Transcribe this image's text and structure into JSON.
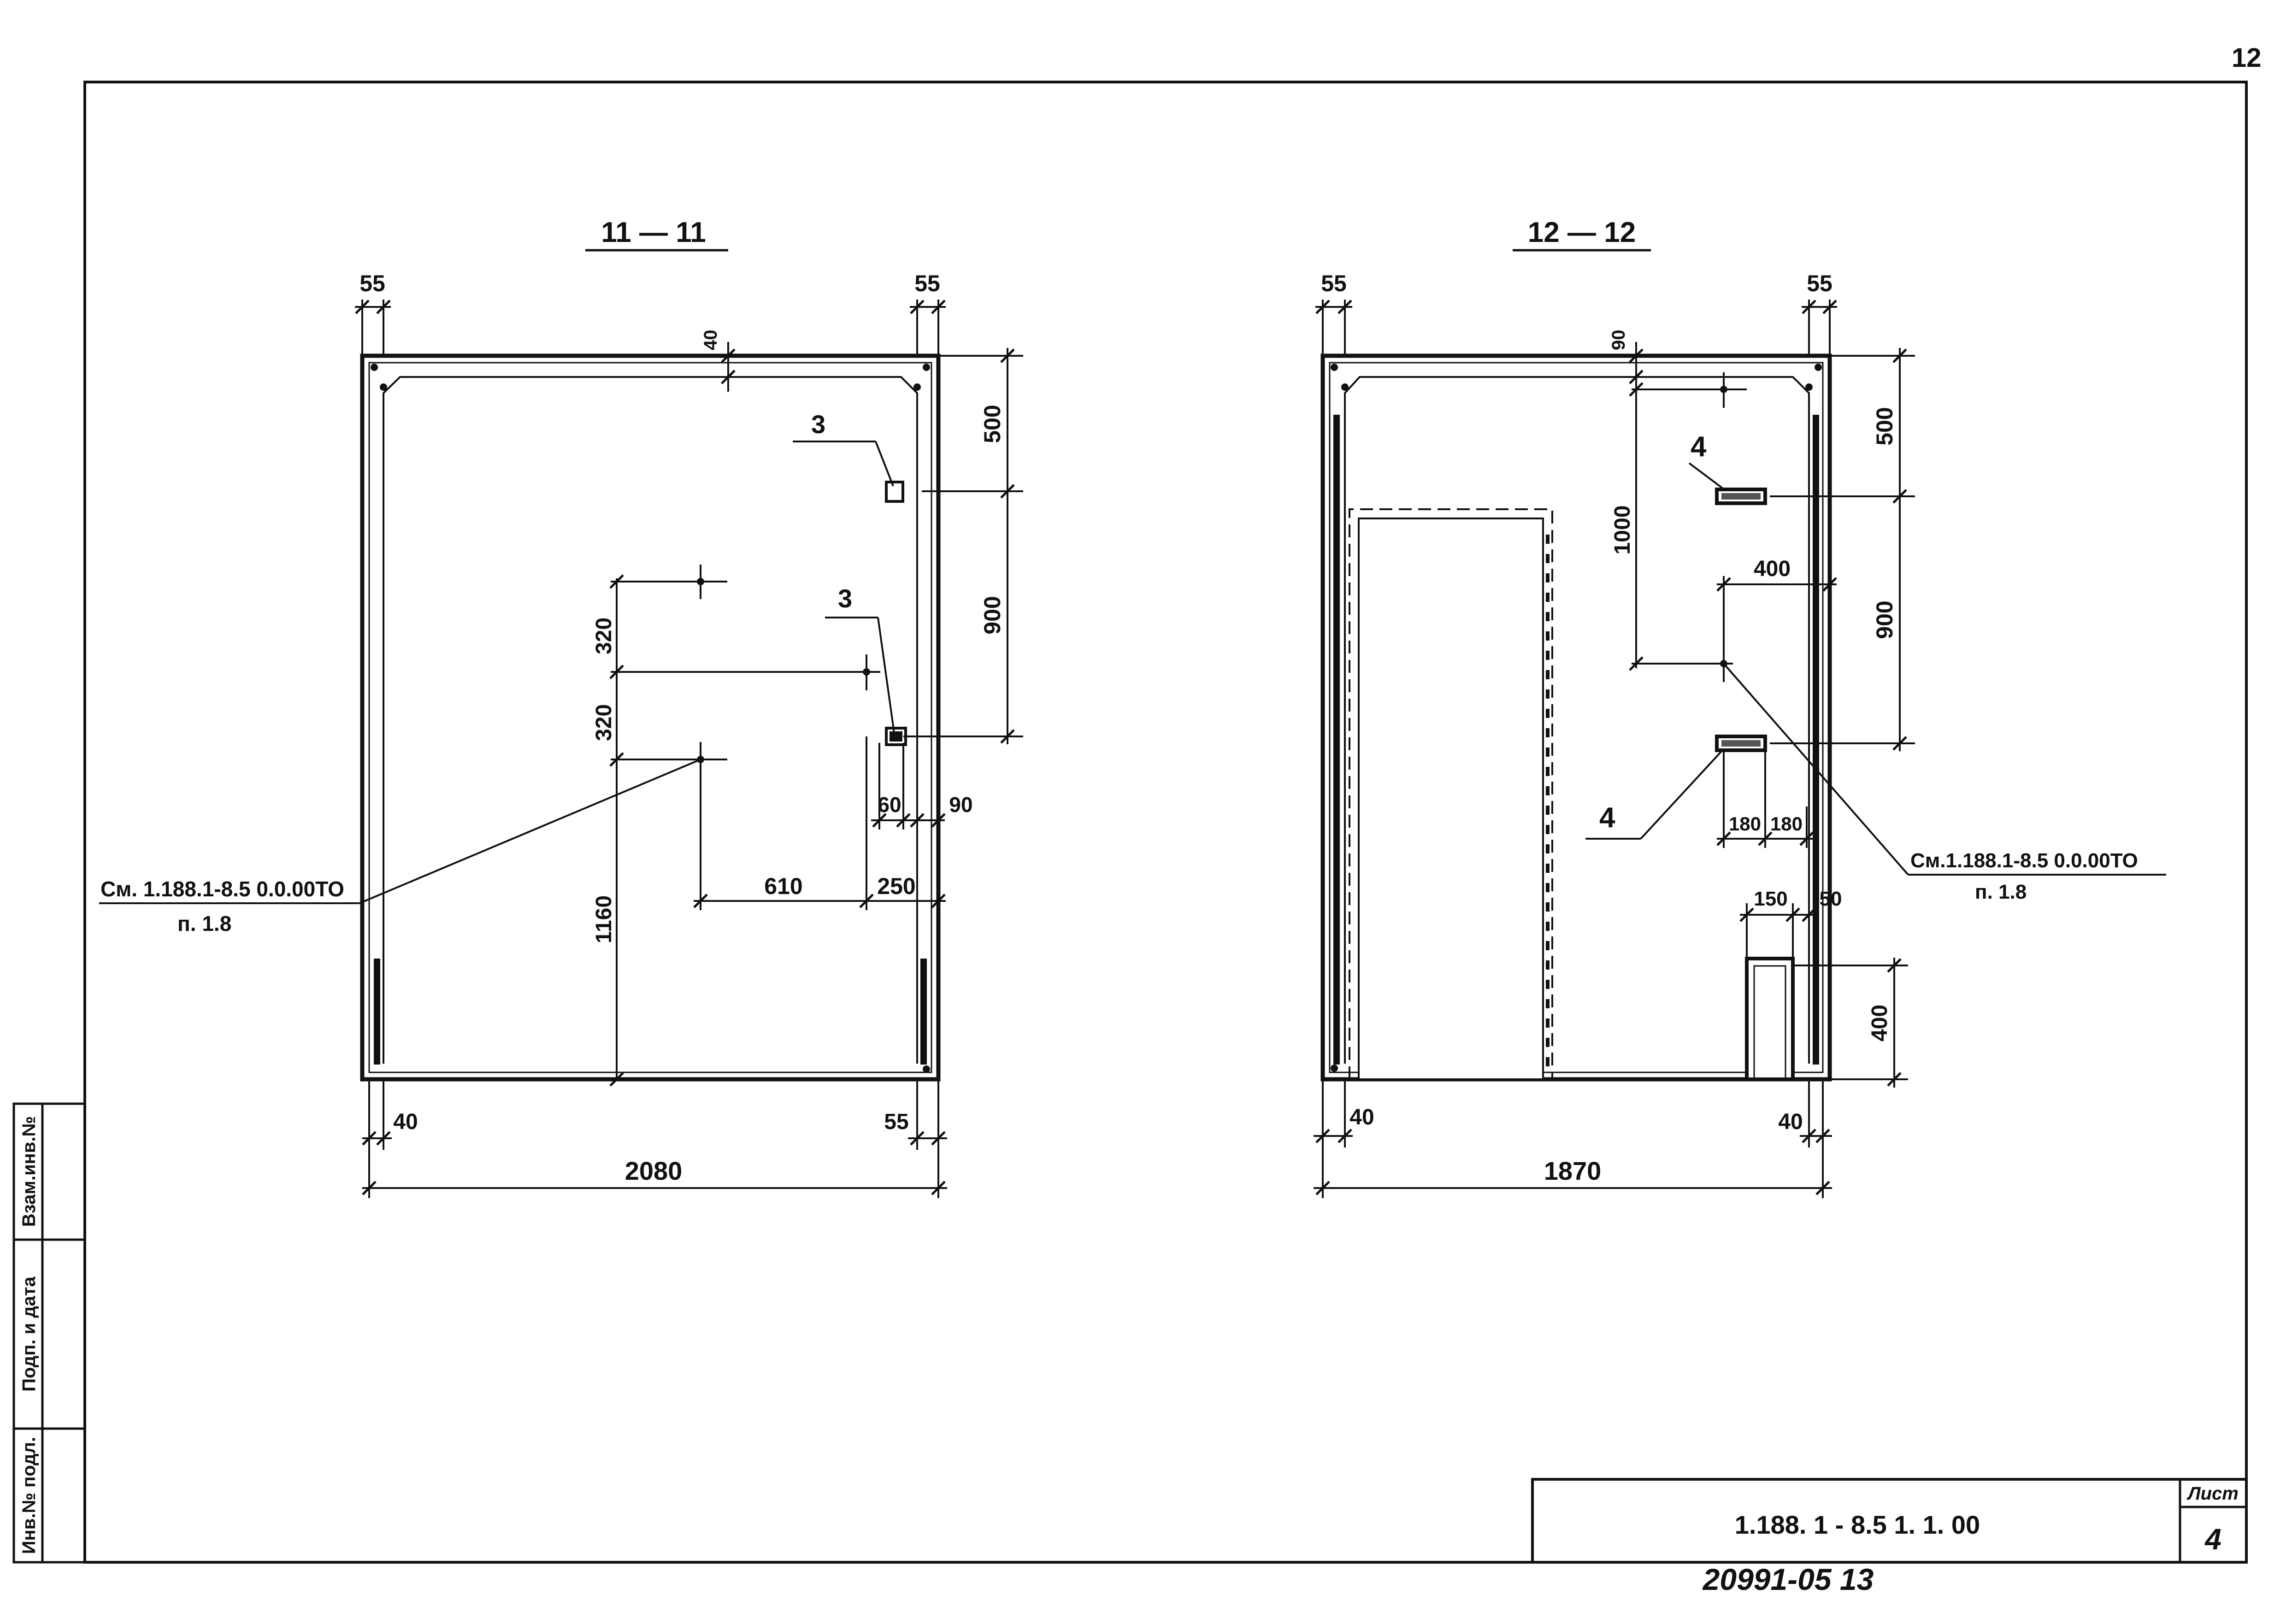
{
  "page_number": "12",
  "section_11": {
    "title": "11 — 11",
    "dims": {
      "top_left": "55",
      "top_right": "55",
      "top_inner": "40",
      "right_upper": "500",
      "right_lower": "900",
      "left_upper": "320",
      "left_middle": "320",
      "left_lower": "1160",
      "horizontal_inner": "610",
      "horizontal_right": "250",
      "small_a": "60",
      "small_b": "90",
      "bottom_left": "40",
      "bottom_right": "55",
      "overall_width": "2080"
    },
    "marks": {
      "upper": "3",
      "lower": "3"
    },
    "reference": {
      "line1": "См. 1.188.1-8.5 0.0.00ТО",
      "line2": "п. 1.8"
    }
  },
  "section_12": {
    "title": "12 — 12",
    "dims": {
      "top_left": "55",
      "top_right": "55",
      "top_inner": "90",
      "inner_vertical": "1000",
      "right_upper": "500",
      "right_lower": "900",
      "embed_offset": "400",
      "embed_a": "180",
      "embed_b": "180",
      "niche_width": "150",
      "niche_gap": "50",
      "niche_height": "400",
      "bottom_left": "40",
      "bottom_right": "40",
      "overall_width": "1870"
    },
    "marks": {
      "upper": "4",
      "lower": "4"
    },
    "reference": {
      "line1": "См.1.188.1-8.5 0.0.00ТО",
      "line2": "п. 1.8"
    }
  },
  "side_stamp": {
    "cell1": "Взам.инв.№",
    "cell2": "Подп. и дата",
    "cell3": "Инв.№ подл."
  },
  "title_block": {
    "designation": "1.188. 1   - 8.5      1. 1. 00",
    "sheet_label": "Лист",
    "sheet_number": "4"
  },
  "archive_number": "20991-05  13"
}
